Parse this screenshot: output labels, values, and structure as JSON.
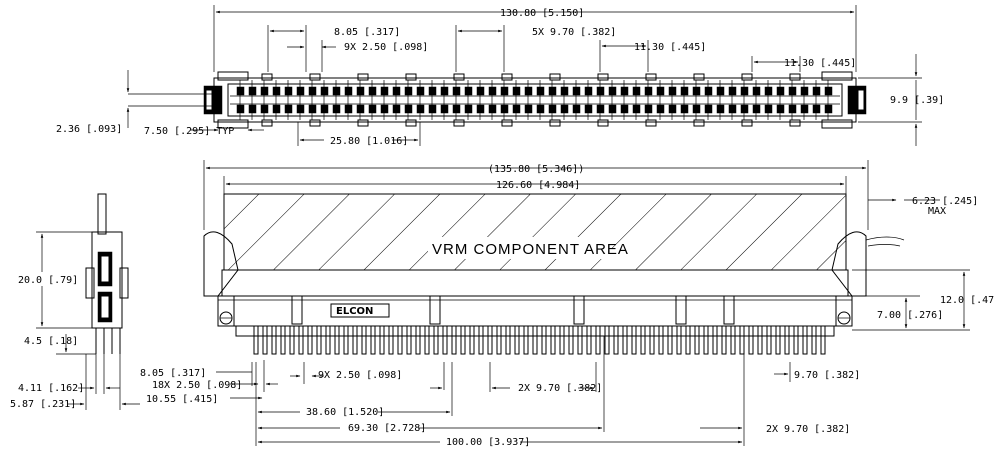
{
  "top_view": {
    "overall_length": "130.80 [5.150]",
    "first_pitch": "8.05 [.317]",
    "pitch_9x": "9X 2.50 [.098]",
    "pitch_5x": "5X 9.70 [.382]",
    "gap_1130_left": "11.30 [.445]",
    "gap_1130_right": "11.30 [.445]",
    "height": "9.9 [.39]",
    "pin_diameter": "2.36 [.093]",
    "typ_spacing": "7.50 [.295] TYP",
    "span_2580": "25.80 [1.016]"
  },
  "front_view": {
    "overall_width": "(135.80 [5.346])",
    "body_width": "126.60 [4.984]",
    "component_area_label": "VRM COMPONENT AREA",
    "brand": "ELCON",
    "latch_width": "6.23 [.245]",
    "latch_max": "MAX",
    "height_700": "7.00 [.276]",
    "height_120": "12.0 [.47]",
    "offset_805": "8.05 [.317]",
    "pitch_18x": "18X 2.50 [.098]",
    "offset_1055": "10.55 [.415]",
    "pitch_9x": "9X 2.50 [.098]",
    "pitch_2x_a": "2X 9.70 [.382]",
    "pitch_970": "9.70 [.382]",
    "span_3860": "38.60 [1.520]",
    "span_6930": "69.30 [2.728]",
    "pitch_2x_b": "2X 9.70 [.382]",
    "span_10000": "100.00 [3.937]"
  },
  "side_view": {
    "height_200": "20.0 [.79]",
    "pin_45": "4.5 [.18]",
    "pitch_411": "4.11 [.162]",
    "width_587": "5.87 [.231]"
  }
}
